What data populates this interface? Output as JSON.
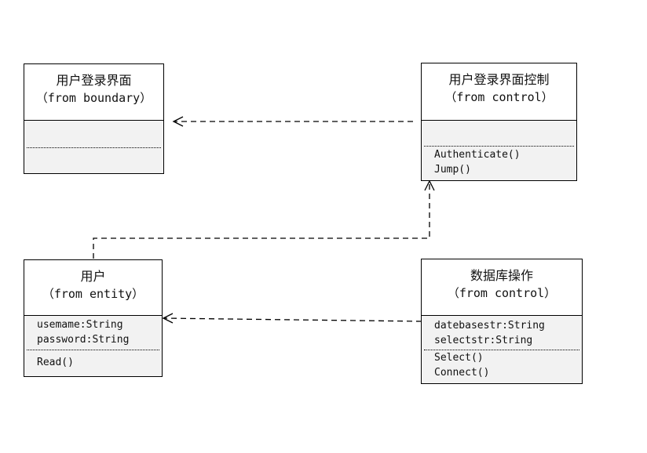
{
  "classes": {
    "login_boundary": {
      "name": "用户登录界面",
      "stereotype": "（from boundary）",
      "attributes": [],
      "operations": []
    },
    "login_control": {
      "name": "用户登录界面控制",
      "stereotype": "（from control）",
      "attributes": [],
      "operations": [
        "Authenticate()",
        "Jump()"
      ]
    },
    "user_entity": {
      "name": "用户",
      "stereotype": "（from entity）",
      "attributes": [
        "usemame:String",
        "password:String"
      ],
      "operations": [
        "Read()"
      ]
    },
    "db_control": {
      "name": "数据库操作",
      "stereotype": "（from control）",
      "attributes": [
        "datebasestr:String",
        "selectstr:String"
      ],
      "operations": [
        "Select()",
        "Connect()"
      ]
    }
  },
  "relationships": [
    {
      "type": "dependency",
      "from": "用户登录界面控制",
      "to": "用户登录界面"
    },
    {
      "type": "dependency",
      "from": "用户",
      "to": "用户登录界面控制"
    },
    {
      "type": "dependency",
      "from": "数据库操作",
      "to": "用户"
    }
  ]
}
